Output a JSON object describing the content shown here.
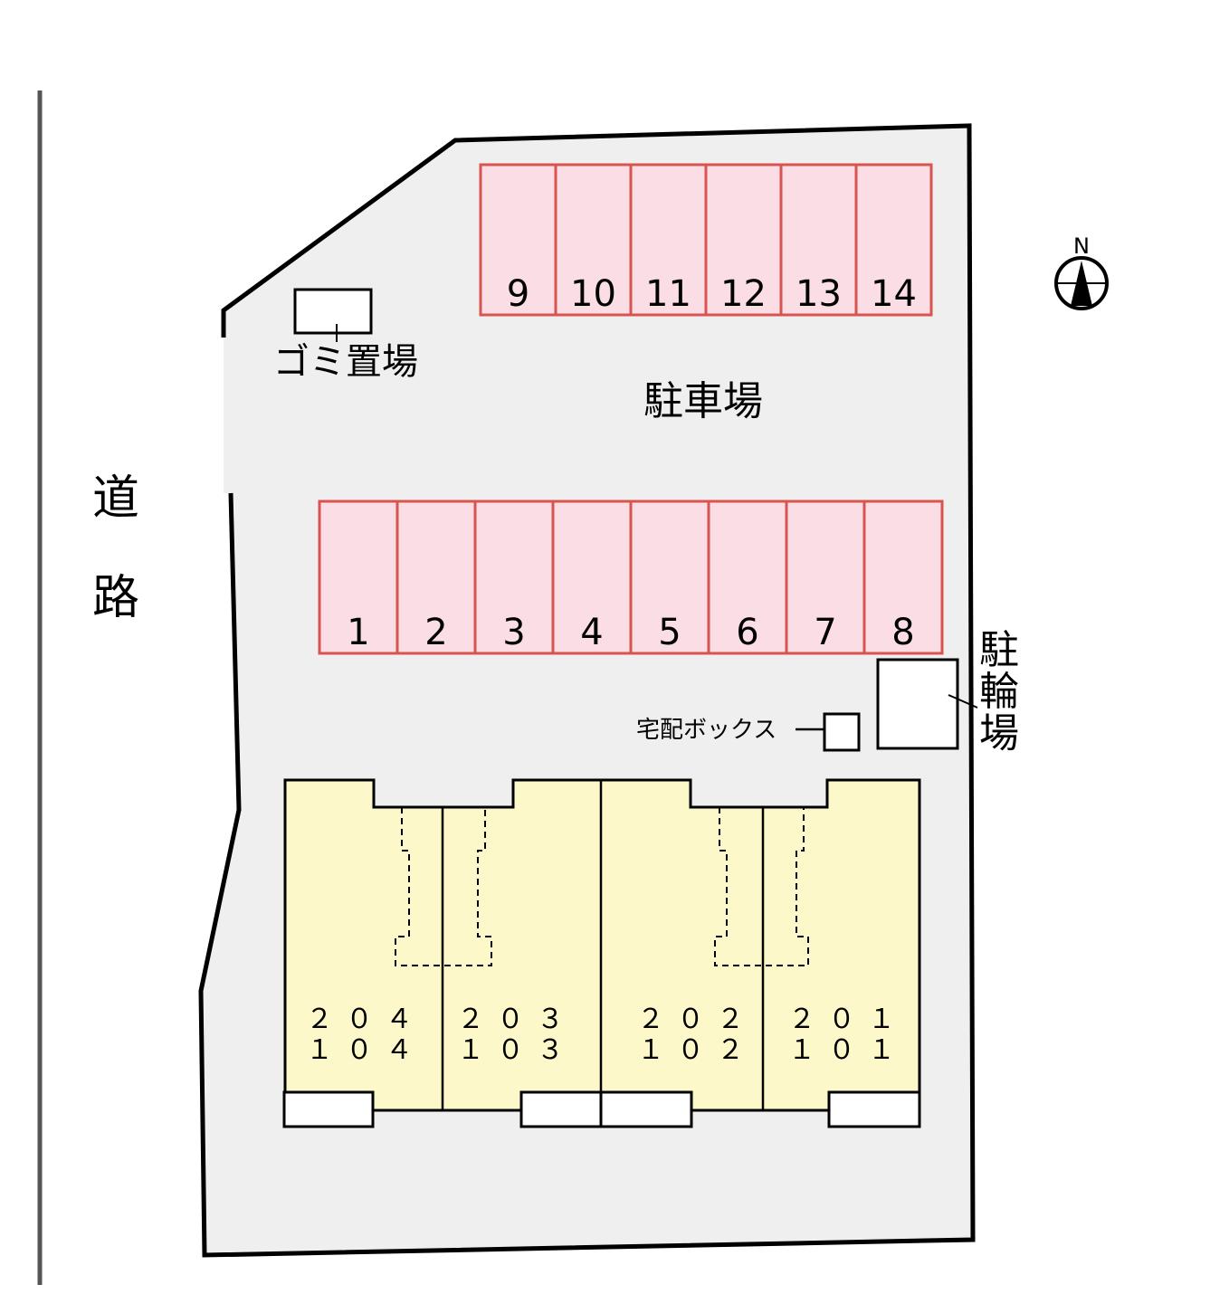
{
  "road_label": [
    "道",
    "路"
  ],
  "parking_label": "駐車場",
  "garbage_label": "ゴミ置場",
  "bicycle_label": [
    "駐",
    "輪",
    "場"
  ],
  "delivery_box_label": "宅配ボックス",
  "north_label": "N",
  "parking_top": [
    "9",
    "10",
    "11",
    "12",
    "13",
    "14"
  ],
  "parking_bottom": [
    "1",
    "2",
    "3",
    "4",
    "5",
    "6",
    "7",
    "8"
  ],
  "units": [
    {
      "upper": "２０４",
      "lower": "１０４"
    },
    {
      "upper": "２０３",
      "lower": "１０３"
    },
    {
      "upper": "２０２",
      "lower": "１０２"
    },
    {
      "upper": "２０１",
      "lower": "１０１"
    }
  ],
  "colors": {
    "lot": "#efefef",
    "parking_fill": "#fbdde6",
    "parking_stroke": "#d9534f",
    "building_fill": "#fdf8c9",
    "outline": "#000000"
  }
}
